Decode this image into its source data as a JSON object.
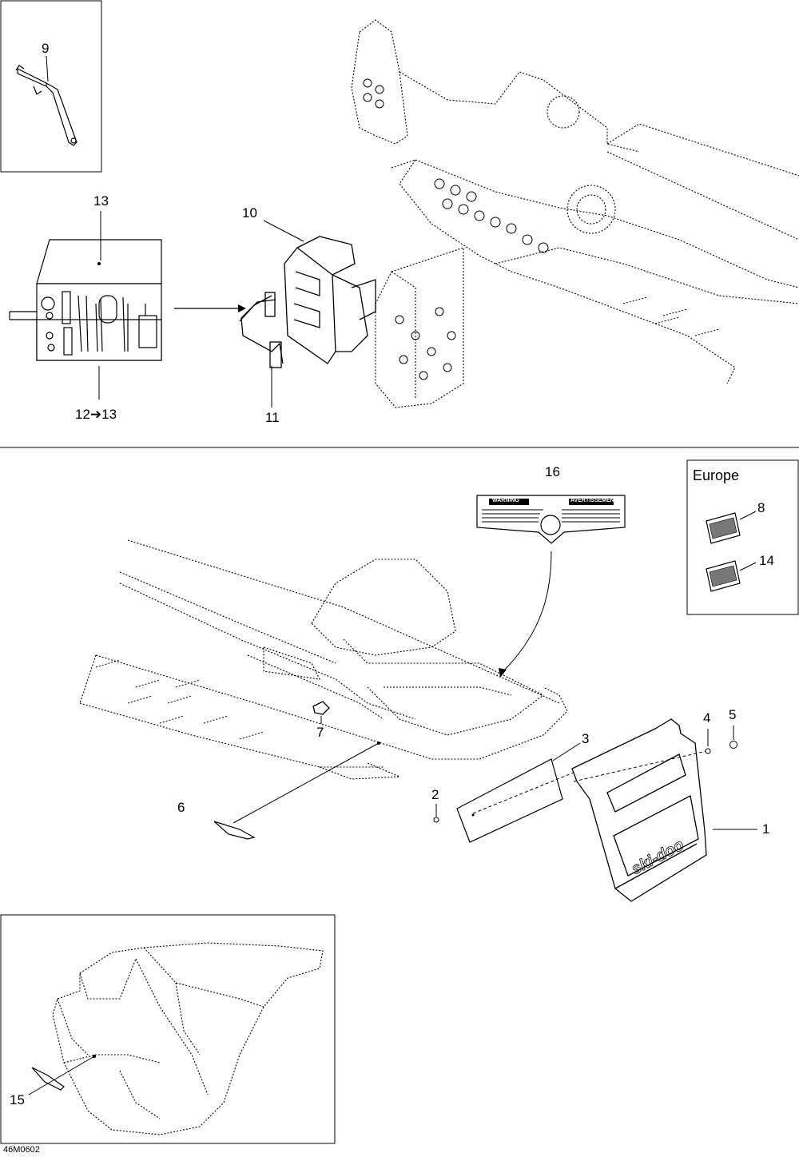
{
  "callouts": {
    "c1": "1",
    "c2": "2",
    "c3": "3",
    "c4": "4",
    "c5": "5",
    "c6": "6",
    "c7": "7",
    "c8": "8",
    "c9": "9",
    "c10": "10",
    "c11": "11",
    "c12": "12➔13",
    "c13": "13",
    "c14": "14",
    "c15": "15",
    "c16": "16"
  },
  "europe_box": {
    "title": "Europe"
  },
  "drawing_ref": "46M0602",
  "decal_16": {
    "left_heading": "WARNING",
    "right_heading": "AVERTISSEMENT"
  },
  "decal_1": {
    "brand": "ski-doo"
  }
}
